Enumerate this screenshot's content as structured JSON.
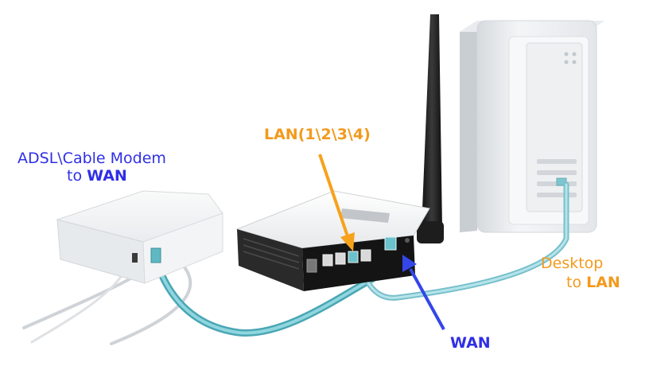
{
  "labels": {
    "lan_ports": "LAN(1\\2\\3\\4)",
    "modem_line1": "ADSL\\Cable Modem",
    "modem_line2_prefix": "to ",
    "modem_line2_strong": "WAN",
    "desktop_line1": "Desktop",
    "desktop_line2_prefix": "to ",
    "desktop_line2_strong": "LAN",
    "wan_port": "WAN"
  },
  "colors": {
    "label_blue": "#2f2fe6",
    "label_orange": "#f39a1c",
    "cable": "#59b9c6",
    "arrow_orange": "#f7a21b",
    "arrow_blue": "#3446e8"
  },
  "devices": [
    "adsl-modem",
    "router",
    "desktop-computer"
  ]
}
